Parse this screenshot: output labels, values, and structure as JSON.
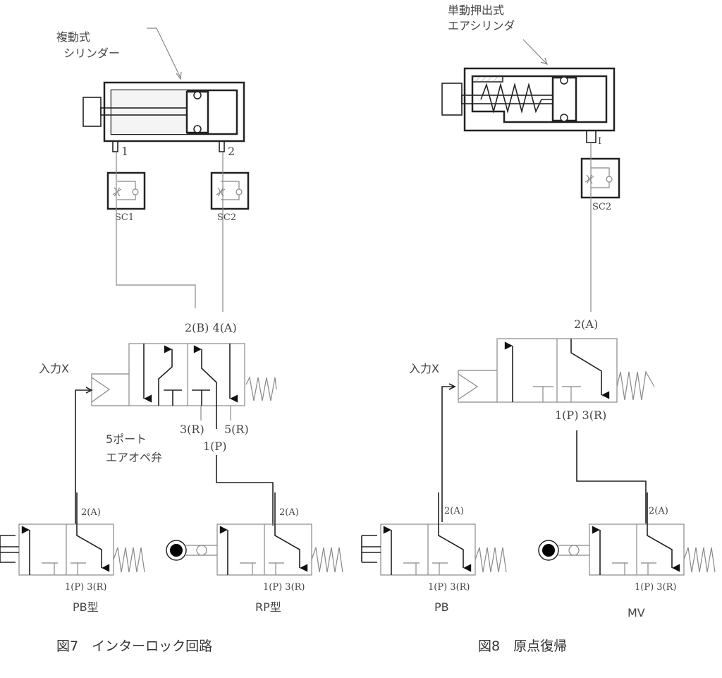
{
  "fig7": {
    "cylinder_label_1": "複動式",
    "cylinder_label_2": "シリンダー",
    "port_1": "1",
    "port_2": "2",
    "sc1": "SC1",
    "sc2": "SC2",
    "valve_top_ports": "2(B) 4(A)",
    "input_x": "入力X",
    "port_3r": "3(R)",
    "port_5r": "5(R)",
    "port_1p": "1(P)",
    "valve_name_1": "5ポート",
    "valve_name_2": "エアオペ弁",
    "pb_port_top": "2(A)",
    "pb_ports_bottom": "1(P) 3(R)",
    "pb_label": "PB型",
    "rp_port_top": "2(A)",
    "rp_ports_bottom": "1(P) 3(R)",
    "rp_label": "RP型",
    "caption": "図7　インターロック回路"
  },
  "fig8": {
    "cylinder_label_1": "単動押出式",
    "cylinder_label_2": "エアシリンダ",
    "port_1": "I",
    "sc2": "SC2",
    "valve_top_port": "2(A)",
    "input_x": "入力X",
    "valve_bottom_ports": "1(P) 3(R)",
    "pb_port_top": "2(A)",
    "pb_ports_bottom": "1(P) 3(R)",
    "pb_label": "PB",
    "mv_port_top": "2(A)",
    "mv_ports_bottom": "1(P) 3(R)",
    "mv_label": "MV",
    "caption": "図8　原点復帰"
  }
}
